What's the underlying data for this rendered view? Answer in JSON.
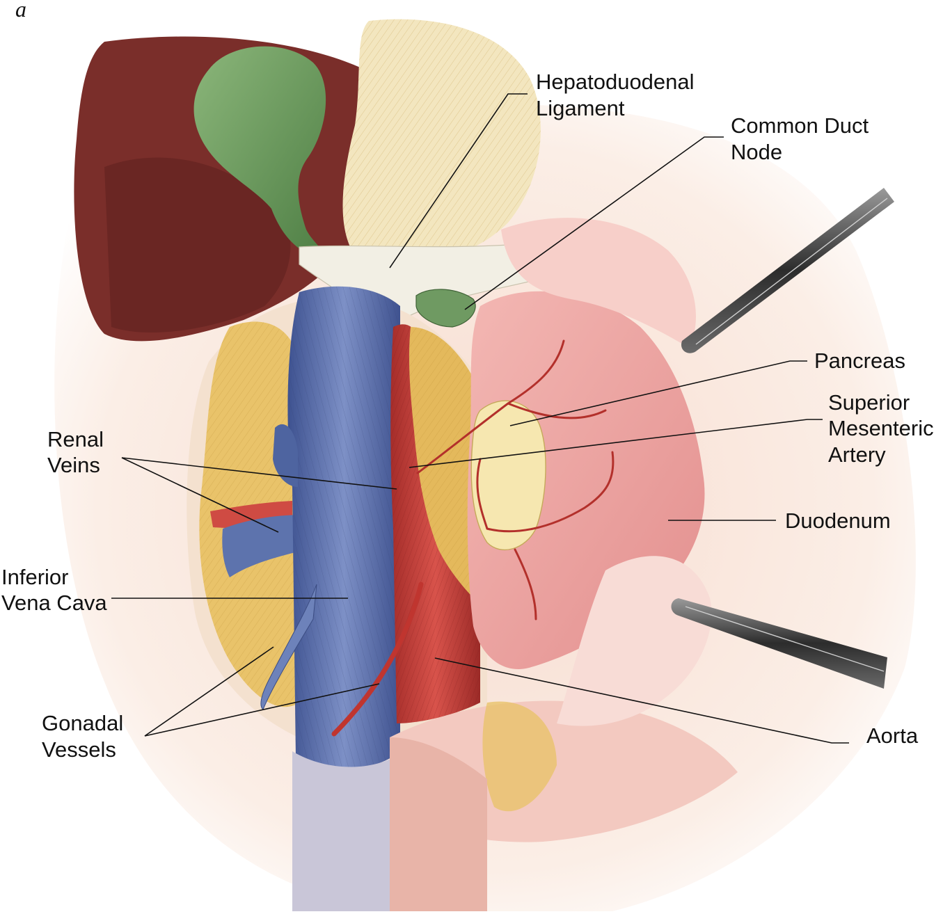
{
  "panel_letter": "a",
  "labels": {
    "hepatoduodenal": [
      "Hepatoduodenal",
      "Ligament"
    ],
    "common_duct_node": [
      "Common Duct",
      "Node"
    ],
    "pancreas": [
      "Pancreas"
    ],
    "sma": [
      "Superior",
      "Mesenteric",
      "Artery"
    ],
    "duodenum": [
      "Duodenum"
    ],
    "aorta": [
      "Aorta"
    ],
    "renal_veins": [
      "Renal",
      "Veins"
    ],
    "ivc": [
      "Inferior",
      "Vena Cava"
    ],
    "gonadal": [
      "Gonadal",
      "Vessels"
    ]
  },
  "colors": {
    "liver": "#7a2e2a",
    "gallbladder": "#6f9a62",
    "fat": "#e9c36a",
    "ivc": "#5d73ad",
    "aorta": "#c8423c",
    "duodenum": "#eea7a5",
    "pancreas": "#f6e7b0",
    "ligament": "#f2efe4",
    "peritoneum": "#f6ddd3",
    "forceps": "#4a4a4a"
  }
}
